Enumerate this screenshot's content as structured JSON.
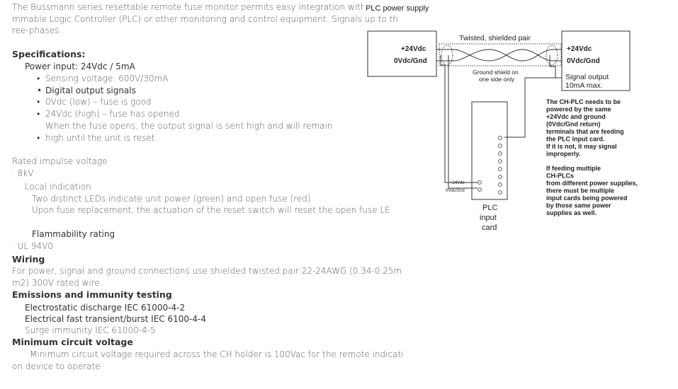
{
  "doc": {
    "intro": [
      "The Bussmann series resettable remote fuse monitor permits easy integration with a Progra",
      "mmable Logic Controller (PLC) or other monitoring and control equipment. Signals up to th",
      "ree-phases."
    ],
    "specs_heading": "Specifications:",
    "power_input": "Power input: 24Vdc / 5mA",
    "bullets": [
      "Sensing voltage: 600V/30mA",
      "Digital output signals",
      "0Vdc (low) – fuse is good",
      "24Vdc (high) – fuse has opened"
    ],
    "fuse_opens_note": "When the fuse opens, the output signal is sent high and will remain",
    "bullet_reset": "high until the unit is reset.",
    "impulse_label": "Rated impulse voltage",
    "impulse_value": "· 8kV",
    "local_indication": "Local indication",
    "leds_text": "Two distinct LEDs indicate unit power (green) and open fuse (red)",
    "reset_text": "Upon fuse replacement, the actuation of the reset switch will reset the open fuse LE",
    "flammability_label": "Flammability rating",
    "flammability_value": "· UL 94V0",
    "wiring_heading": "Wiring",
    "wiring_text": [
      "For power, signal and ground connections use shielded twisted pair 22-24AWG (0.34-0.25m",
      "m2) 300V rated wire."
    ],
    "emissions_heading": "Emissions and immunity testing",
    "emissions_items": [
      "Electrostatic discharge IEC 61000-4-2",
      "Electrical fast transient/burst IEC 6100-4-4",
      "Surge immunity IEC 61000-4-5"
    ],
    "min_voltage_heading": "Minimum circuit voltage",
    "min_voltage_text": [
      "Minimum circuit voltage required across the CH holder is 100Vac for the remote indicati",
      "on device to operate"
    ]
  },
  "diagram": {
    "supply_title": "PLC power supply",
    "supply_pos": "+24Vdc",
    "supply_gnd": "0Vdc/Gnd",
    "twisted_pair": "Twisted, shielded pair",
    "ground_shield": [
      "Ground shield on",
      "one side only"
    ],
    "monitor_pos": "+24Vdc",
    "monitor_gnd": "0Vdc/Gnd",
    "signal_output": [
      "Signal output",
      "10mA max."
    ],
    "card_pos": "+24Vdc",
    "card_gnd": "0Vdc/Gnd",
    "card_label": [
      "PLC",
      "input",
      "card"
    ],
    "note1": [
      "The CH-PLC needs to be",
      "powered by the same",
      "+24Vdc and ground",
      "(0Vdc/Gnd return)",
      "terminals that are feeding",
      "the PLC input card.",
      "If it is not, it may signal",
      "improperly."
    ],
    "note2": [
      "If feeding multiple",
      "CH-PLCs",
      "from different power supplies,",
      "there must be multiple",
      "input cards being powered",
      "by those same power",
      "supplies as well."
    ]
  }
}
